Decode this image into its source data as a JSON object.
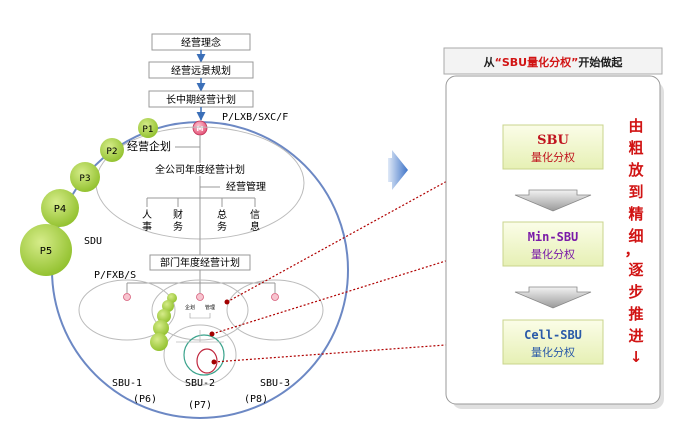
{
  "top_chain": {
    "philosophy": "经营理念",
    "long_range": "经营远景规划",
    "mid_long": "长中期经营计划"
  },
  "codes": {
    "top": "P/LXB/SXC/F",
    "mid": "P/FXB/S"
  },
  "circle_marker": "M",
  "bubbles": [
    "P1",
    "P2",
    "P3",
    "P4",
    "P5"
  ],
  "sdu": "SDU",
  "planning_label": "经营企划",
  "company_plan": "全公司年度经营计划",
  "management": "经营管理",
  "functions": [
    {
      "label": "人事"
    },
    {
      "label": "财务"
    },
    {
      "label": "总务"
    },
    {
      "label": "信息"
    }
  ],
  "dept_plan": "部门年度经营计划",
  "mini_labels": {
    "a": "企划",
    "b": "管理"
  },
  "sbus": [
    {
      "name": "SBU-1",
      "p": "(P6)"
    },
    {
      "name": "SBU-2",
      "p": "(P7)"
    },
    {
      "name": "SBU-3",
      "p": "(P8)"
    }
  ],
  "right_panel": {
    "header_prefix": "从",
    "header_highlight": "“SBU量化分权”",
    "header_suffix": "开始做起",
    "boxes": [
      {
        "title": "SBU",
        "sub": "量化分权"
      },
      {
        "title": "Min-SBU",
        "sub": "量化分权"
      },
      {
        "title": "Cell-SBU",
        "sub": "量化分权"
      }
    ],
    "vertical_text": [
      "由",
      "粗",
      "放",
      "到",
      "精",
      "细",
      "，",
      "逐",
      "步",
      "推",
      "进"
    ],
    "down_arrow": "↓"
  }
}
